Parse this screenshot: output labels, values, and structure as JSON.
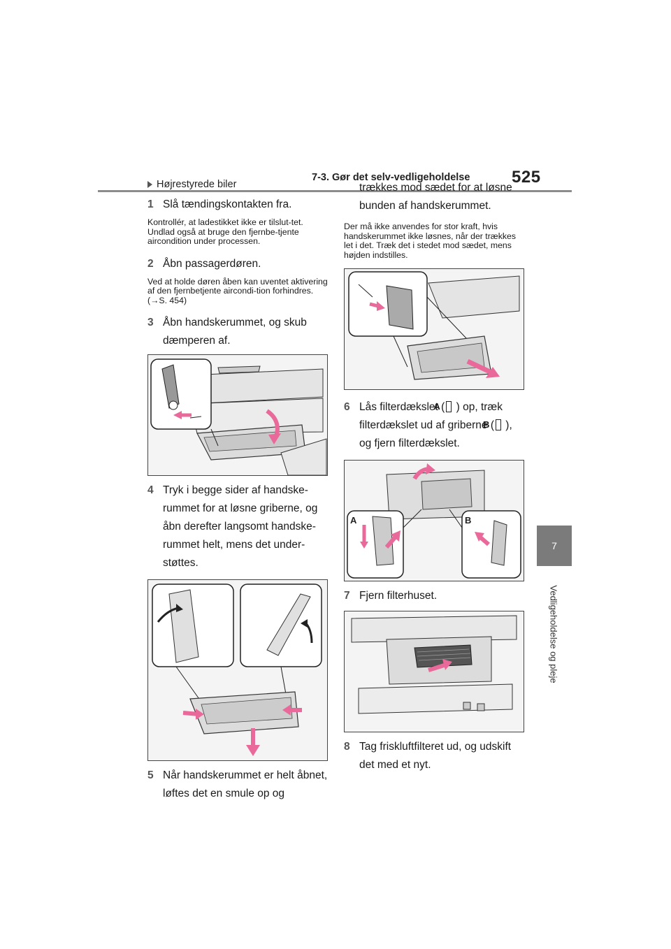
{
  "header": {
    "section_title": "7-3. Gør det selv-vedligeholdelse",
    "page_number": "525"
  },
  "sidebar": {
    "chapter_number": "7",
    "chapter_title": "Vedligeholdelse og pleje"
  },
  "content": {
    "condition": "Højrestyrede biler",
    "step1": {
      "num": "1",
      "text": "Slå tændingskontakten fra."
    },
    "note1": "Kontrollér, at ladestikket ikke er tilslut-tet. Undlad også at bruge den fjernbe-tjente aircondition under processen.",
    "step2": {
      "num": "2",
      "text": "Åbn passagerdøren."
    },
    "note2": "Ved at holde døren åben kan uventet aktivering af den fjernbetjente aircondi-tion forhindres. (→S. 454)",
    "step3": {
      "num": "3",
      "text": "Åbn handskerummet, og skub dæmperen af."
    },
    "step4": {
      "num": "4",
      "text": "Tryk i begge sider af handske-rummet for at løsne griberne, og åbn derefter langsomt handske-rummet helt, mens det under-støttes."
    },
    "step5": {
      "num": "5",
      "text": "Når handskerummet er helt åbnet, løftes det en smule op og"
    },
    "step5_cont": "trækkes mod sædet for at løsne bunden af handskerummet.",
    "note3": "Der må ikke anvendes for stor kraft, hvis handskerummet ikke løsnes, når der trækkes let i det. Træk det i stedet mod sædet, mens højden indstilles.",
    "step6": {
      "num": "6",
      "text_a": "Lås filterdækslet (",
      "label_a": "A",
      "text_b": " ) op, træk filterdækslet ud af griberne (",
      "label_b": "B",
      "text_c": " ), og fjern filterdækslet."
    },
    "step7": {
      "num": "7",
      "text": "Fjern filterhuset."
    },
    "step8": {
      "num": "8",
      "text": "Tag friskluftfilteret ud, og udskift det med et nyt."
    }
  },
  "figures": {
    "fig3_labels": [],
    "fig6_label_a": "A",
    "fig6_label_b": "B",
    "arrow_color": "#e96a9a"
  }
}
